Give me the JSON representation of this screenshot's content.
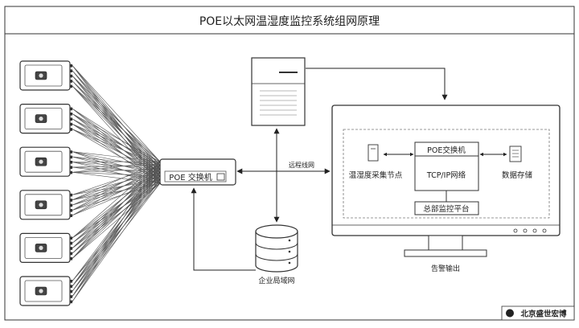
{
  "title": "POE以太网温湿度监控系统组网原理",
  "switch_label": "POE 交换机",
  "link_label": "远程线网",
  "lan_label": "企业局域网",
  "monitor_inner": {
    "switch_label": "POE交换机",
    "network_label": "TCP/IP网络",
    "sensor_label": "温湿度采集节点",
    "storage_label": "数据存储",
    "platform_label": "总部监控平台"
  },
  "alarm_label": "告警输出",
  "brand": "北京盛世宏博",
  "device_count": 6
}
